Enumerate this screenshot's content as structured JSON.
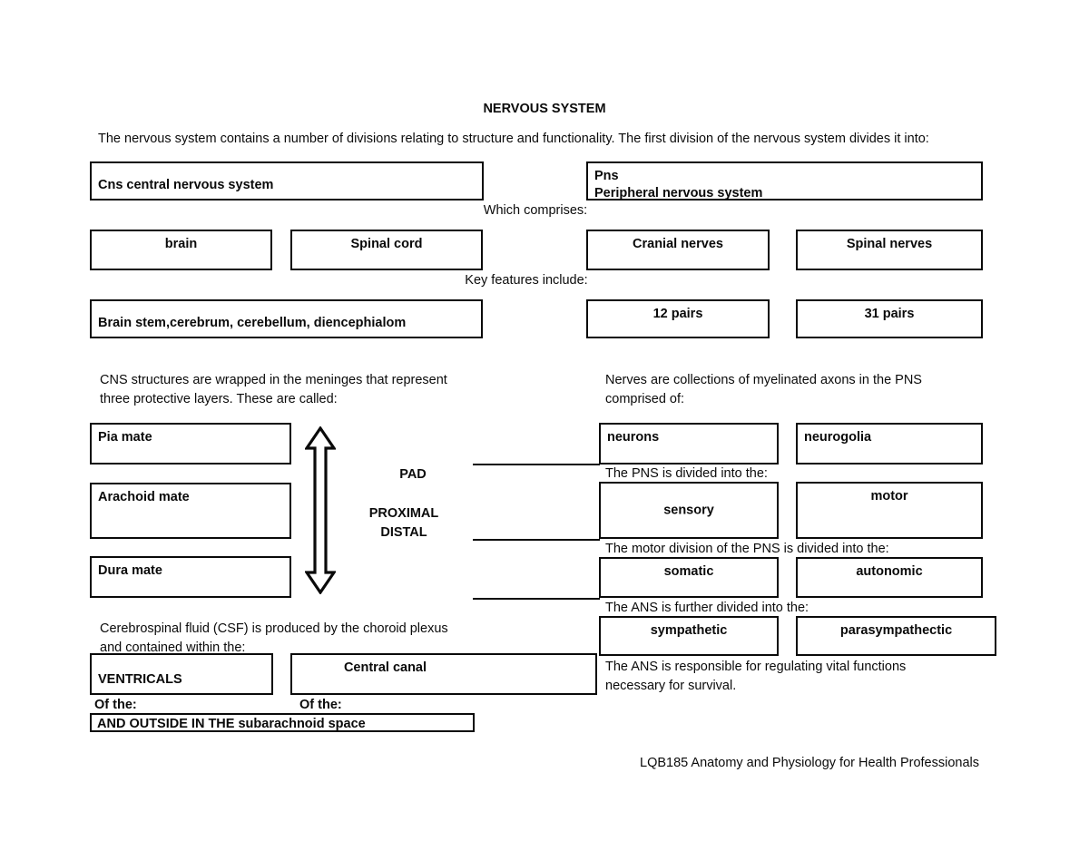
{
  "document": {
    "title": "NERVOUS SYSTEM",
    "intro": "The nervous system contains a number of divisions relating to structure and functionality. The first division of the nervous system divides it into:",
    "footer": "LQB185 Anatomy and Physiology for Health Professionals"
  },
  "connectors": {
    "which_comprises": "Which comprises:",
    "key_features": "Key features include:",
    "pns_divided": "The PNS is divided into the:",
    "motor_divided": "The motor division of the PNS is divided into the:",
    "ans_divided": "The ANS is further divided into the:",
    "of_the_left": "Of the:",
    "of_the_right": "Of the:"
  },
  "cns": {
    "header_box": "Cns central nervous system",
    "comprises": [
      "brain",
      "Spinal cord"
    ],
    "key_features": "Brain stem,cerebrum, cerebellum, diencephialom",
    "meninges_text": "CNS structures are wrapped in the meninges that represent\nthree protective layers. These are called:",
    "meninges_layers": [
      "Pia mate",
      "Arachoid mate",
      "Dura mate"
    ],
    "arrow_labels": {
      "pad": "PAD",
      "proximal": "PROXIMAL",
      "distal": "DISTAL"
    },
    "csf_text": "Cerebrospinal fluid (CSF) is produced by the choroid plexus\nand contained within the:",
    "csf_boxes": [
      "VENTRICALS",
      "Central canal"
    ],
    "csf_final_box": "AND OUTSIDE IN THE subarachnoid space"
  },
  "pns": {
    "header_box": "Pns\nPeripheral nervous system",
    "comprises": [
      "Cranial nerves",
      "Spinal nerves"
    ],
    "key_features": [
      "12 pairs",
      "31 pairs"
    ],
    "nerves_text": "Nerves are collections of myelinated axons in the PNS\ncomprised of:",
    "components": [
      "neurons",
      "neurogolia"
    ],
    "divisions": [
      "sensory",
      "motor"
    ],
    "motor_divisions": [
      "somatic",
      "autonomic"
    ],
    "ans_divisions": [
      "sympathetic",
      "parasympathectic"
    ],
    "ans_text": "The ANS is responsible for regulating vital functions\nnecessary for survival."
  }
}
